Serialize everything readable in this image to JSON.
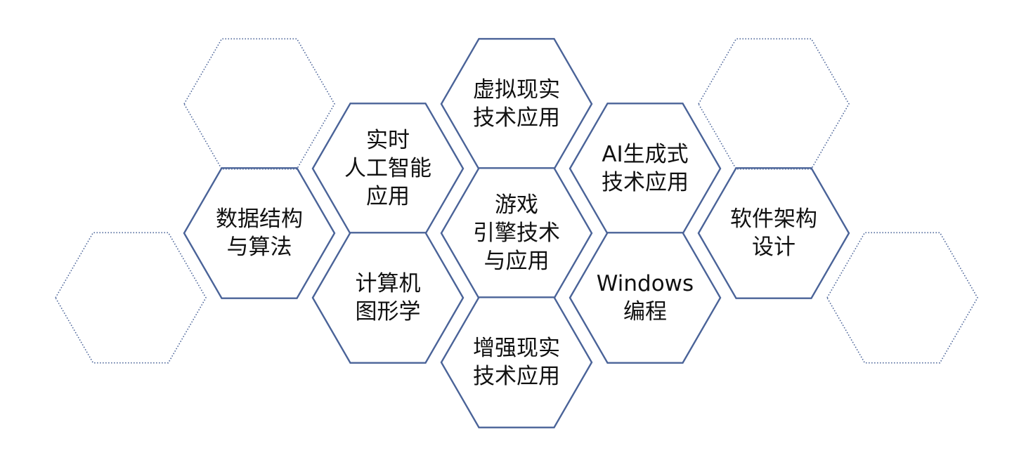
{
  "colors": {
    "hex_stroke": "#4a6398",
    "text": "#111111",
    "background": "#ffffff"
  },
  "hexagons": [
    {
      "id": "vr",
      "lines": [
        "虚拟现实",
        "技术应用"
      ],
      "style": "solid"
    },
    {
      "id": "realtime-ai",
      "lines": [
        "实时",
        "人工智能",
        "应用"
      ],
      "style": "solid"
    },
    {
      "id": "genai",
      "lines": [
        "AI生成式",
        "技术应用"
      ],
      "style": "solid"
    },
    {
      "id": "data-structures",
      "lines": [
        "数据结构",
        "与算法"
      ],
      "style": "solid"
    },
    {
      "id": "game-engine",
      "lines": [
        "游戏",
        "引擎技术",
        "与应用"
      ],
      "style": "solid"
    },
    {
      "id": "software-arch",
      "lines": [
        "软件架构",
        "设计"
      ],
      "style": "solid"
    },
    {
      "id": "graphics",
      "lines": [
        "计算机",
        "图形学"
      ],
      "style": "solid"
    },
    {
      "id": "windows",
      "lines": [
        "Windows",
        "编程"
      ],
      "style": "solid"
    },
    {
      "id": "ar",
      "lines": [
        "增强现实",
        "技术应用"
      ],
      "style": "solid"
    },
    {
      "id": "empty-top-left",
      "lines": [],
      "style": "dotted"
    },
    {
      "id": "empty-top-right",
      "lines": [],
      "style": "dotted"
    },
    {
      "id": "empty-left",
      "lines": [],
      "style": "dotted"
    },
    {
      "id": "empty-right",
      "lines": [],
      "style": "dotted"
    }
  ]
}
